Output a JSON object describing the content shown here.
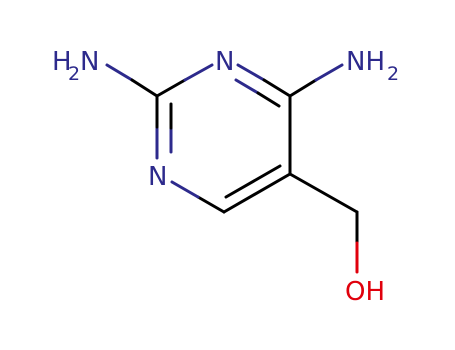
{
  "molecule": {
    "atoms": {
      "nh2_left": {
        "main": "H",
        "sub": "2",
        "tail": "N"
      },
      "n_ring_top": "N",
      "nh2_right": {
        "main": "NH",
        "sub": "2"
      },
      "n_ring_left": "N",
      "oh": "OH"
    },
    "colors": {
      "nitrogen": "#2d2a8c",
      "oxygen": "#e0000c",
      "carbon_bond": "#000000"
    }
  }
}
